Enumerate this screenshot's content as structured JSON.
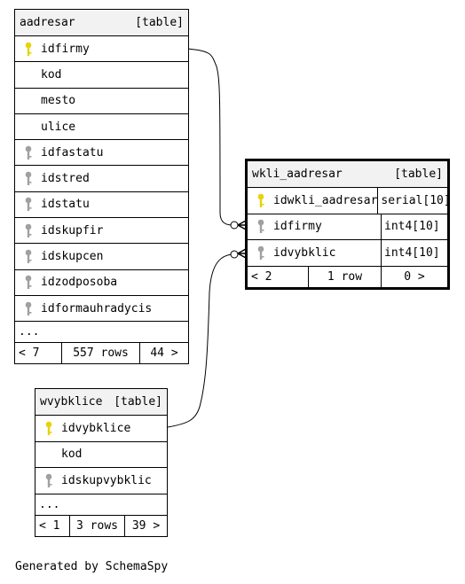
{
  "tables": {
    "aadresar": {
      "name": "aadresar",
      "kind": "[table]",
      "columns": [
        {
          "name": "idfirmy",
          "key": "primary"
        },
        {
          "name": "kod",
          "key": "none"
        },
        {
          "name": "mesto",
          "key": "none"
        },
        {
          "name": "ulice",
          "key": "none"
        },
        {
          "name": "idfastatu",
          "key": "foreign"
        },
        {
          "name": "idstred",
          "key": "foreign"
        },
        {
          "name": "idstatu",
          "key": "foreign"
        },
        {
          "name": "idskupfir",
          "key": "foreign"
        },
        {
          "name": "idskupcen",
          "key": "foreign"
        },
        {
          "name": "idzodposoba",
          "key": "foreign"
        },
        {
          "name": "idformauhradycis",
          "key": "foreign"
        }
      ],
      "more": "...",
      "footer": {
        "parents": "< 7",
        "rows": "557 rows",
        "children": "44 >"
      }
    },
    "wkli_aadresar": {
      "name": "wkli_aadresar",
      "kind": "[table]",
      "columns": [
        {
          "name": "idwkli_aadresar",
          "type": "serial[10]",
          "key": "primary"
        },
        {
          "name": "idfirmy",
          "type": "int4[10]",
          "key": "foreign"
        },
        {
          "name": "idvybklic",
          "type": "int4[10]",
          "key": "foreign"
        }
      ],
      "footer": {
        "parents": "< 2",
        "rows": "1 row",
        "children": "0 >"
      }
    },
    "wvybklice": {
      "name": "wvybklice",
      "kind": "[table]",
      "columns": [
        {
          "name": "idvybklice",
          "key": "primary"
        },
        {
          "name": "kod",
          "key": "none"
        },
        {
          "name": "idskupvybklic",
          "key": "foreign"
        }
      ],
      "more": "...",
      "footer": {
        "parents": "< 1",
        "rows": "3 rows",
        "children": "39 >"
      }
    }
  },
  "colors": {
    "primary_key": "#e8d20a",
    "foreign_key": "#a0a0a0",
    "header_bg": "#f2f2f2"
  },
  "generated_by": "Generated by SchemaSpy"
}
